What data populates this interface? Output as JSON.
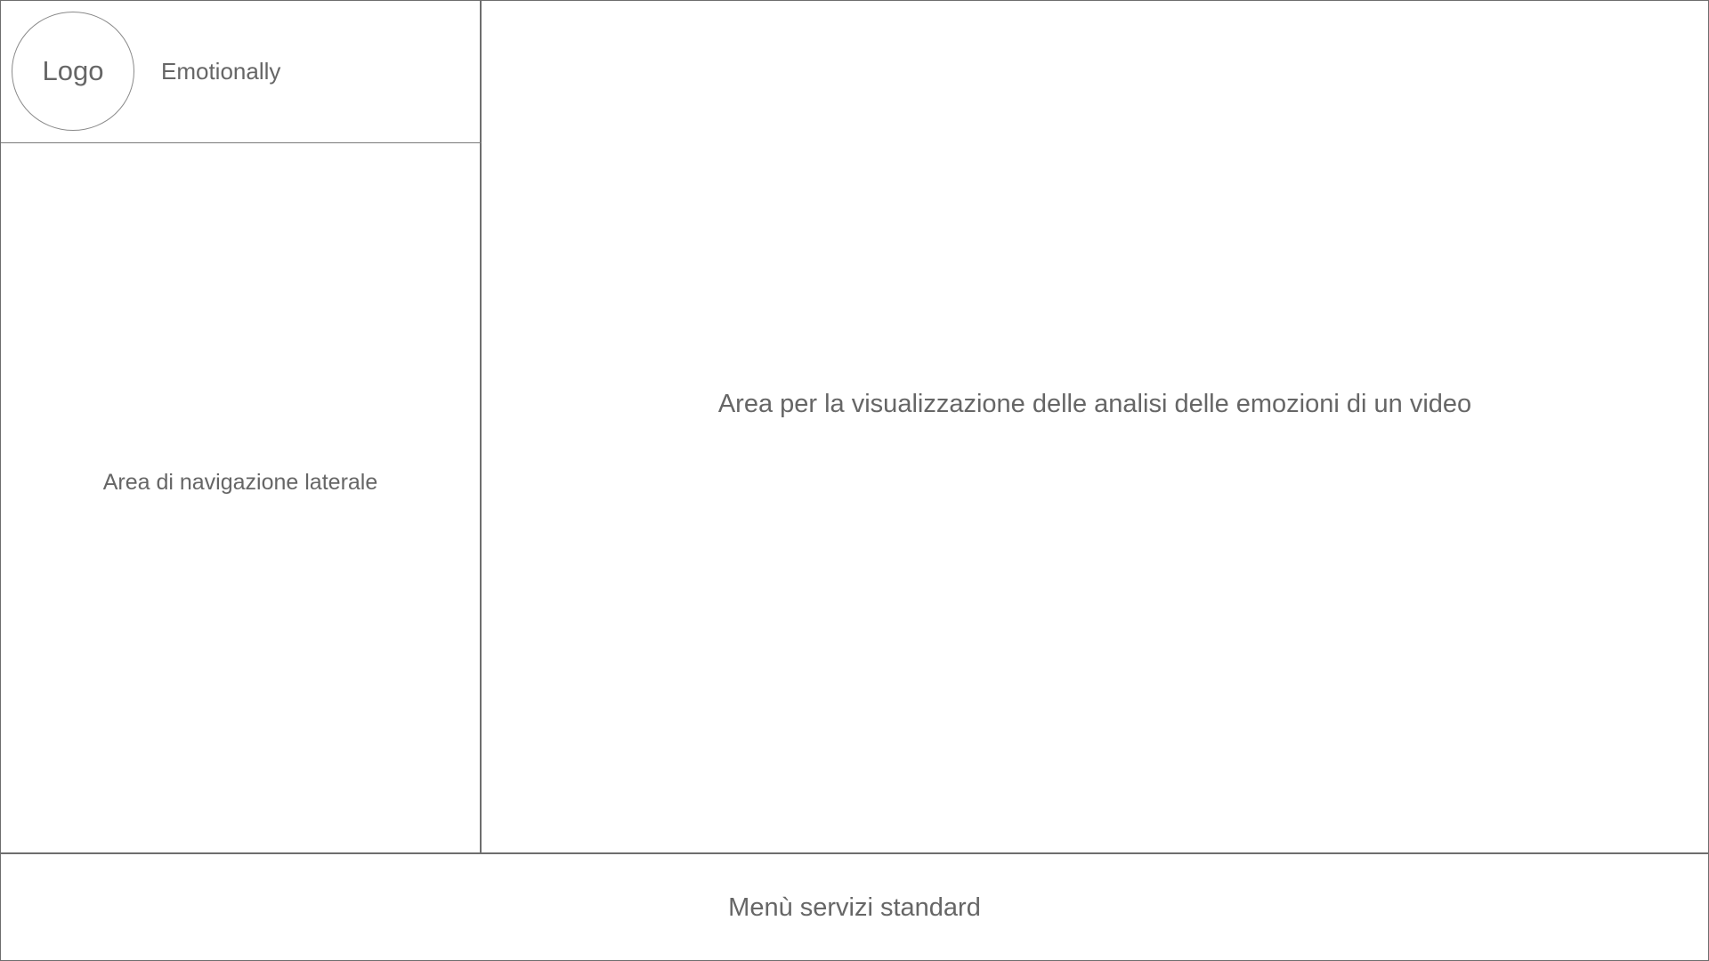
{
  "header": {
    "logo_label": "Logo",
    "app_name": "Emotionally"
  },
  "sidebar": {
    "placeholder": "Area di navigazione laterale"
  },
  "main": {
    "placeholder": "Area per la visualizzazione delle analisi delle emozioni di un video"
  },
  "footer": {
    "placeholder": "Menù servizi standard"
  }
}
